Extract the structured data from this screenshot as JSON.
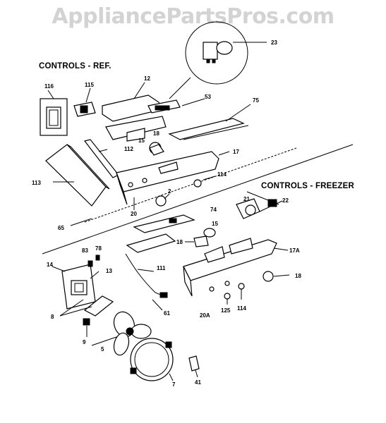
{
  "watermark": "AppliancePartsPros.com",
  "sections": {
    "refrigerator": "CONTROLS - REF.",
    "freezer": "CONTROLS - FREEZER"
  },
  "labels": {
    "p23": "23",
    "p12": "12",
    "p116": "116",
    "p115": "115",
    "p53": "53",
    "p75": "75",
    "p18a": "18",
    "p15a": "15",
    "p112": "112",
    "p17": "17",
    "p113": "113",
    "p114a": "114",
    "p2": "2",
    "p20": "20",
    "p21": "21",
    "p22": "22",
    "p74": "74",
    "p65": "65",
    "p15b": "15",
    "p18b": "18",
    "p83": "83",
    "p78": "78",
    "p17a": "17A",
    "p14": "14",
    "p13": "13",
    "p111": "111",
    "p18c": "18",
    "p8": "8",
    "p61": "61",
    "p20a": "20A",
    "p125": "125",
    "p114b": "114",
    "p9": "9",
    "p5": "5",
    "p7": "7",
    "p41": "41"
  }
}
